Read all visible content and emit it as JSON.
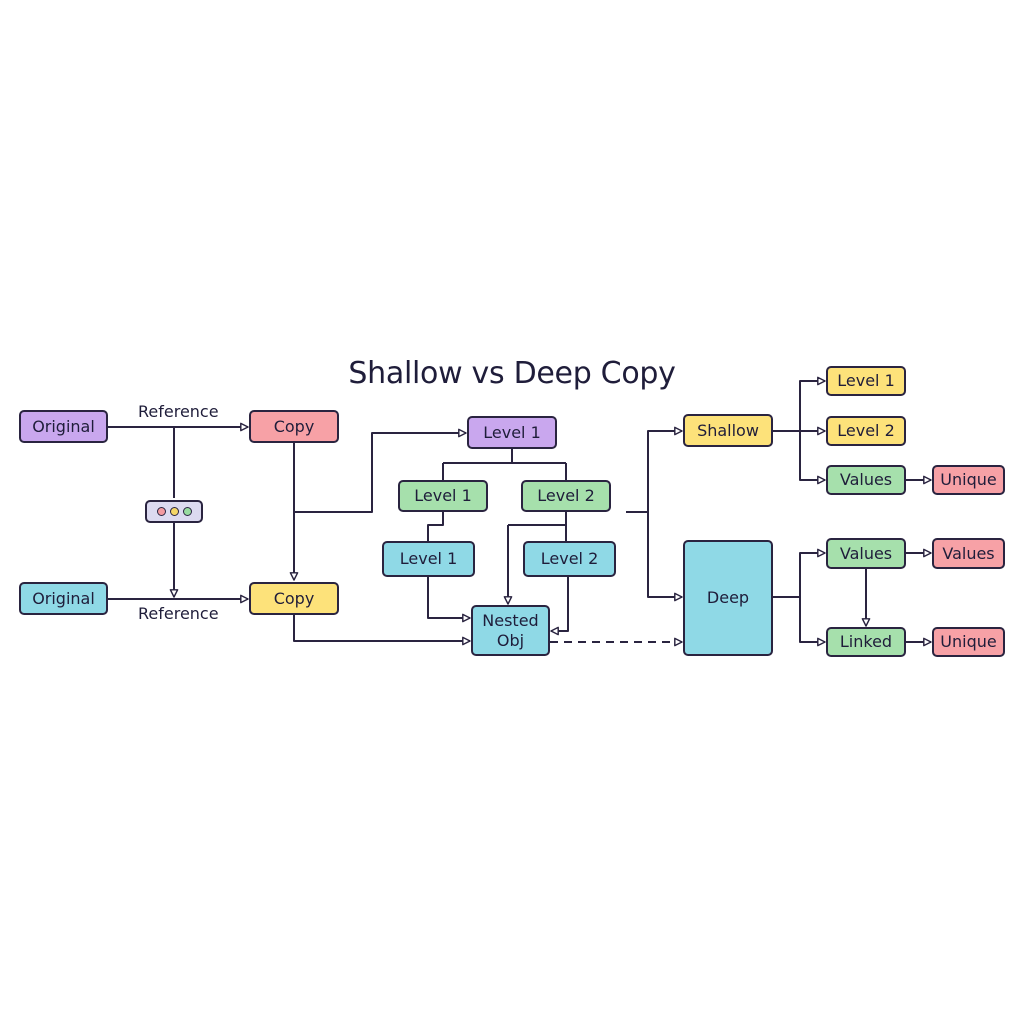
{
  "title": "Shallow vs Deep Copy",
  "edge_labels": {
    "top_reference": "Reference",
    "bottom_reference": "Reference"
  },
  "nodes": {
    "original_top": "Original",
    "copy_top": "Copy",
    "original_bottom": "Original",
    "copy_bottom": "Copy",
    "level1_root": "Level 1",
    "level1_green": "Level 1",
    "level2_green": "Level 2",
    "level1_cyan": "Level 1",
    "level2_cyan": "Level 2",
    "nested_obj": "Nested\nObj",
    "shallow": "Shallow",
    "deep": "Deep",
    "shallow_level1": "Level 1",
    "shallow_level2": "Level 2",
    "shallow_values": "Values",
    "shallow_unique": "Unique",
    "deep_values": "Values",
    "deep_values_out": "Values",
    "deep_linked": "Linked",
    "deep_unique": "Unique"
  },
  "indicator_dots": [
    {
      "name": "pink-dot",
      "color": "#f39aa0"
    },
    {
      "name": "yellow-dot",
      "color": "#f5d768"
    },
    {
      "name": "green-dot",
      "color": "#98dca0"
    }
  ],
  "colors": {
    "purple": "#c9a7ee",
    "pink": "#f7a1a6",
    "cyan": "#8fd9e6",
    "yellow": "#fde27a",
    "green": "#a6e0ac",
    "stroke": "#2a2440"
  }
}
